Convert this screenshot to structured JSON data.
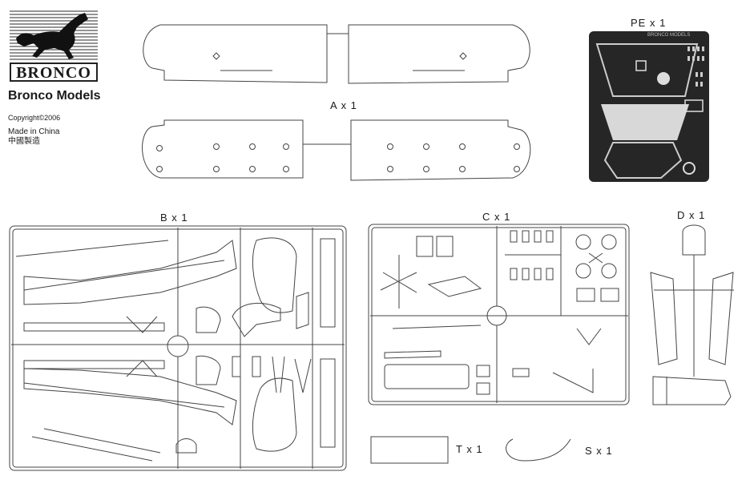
{
  "brand": {
    "logo_text": "BRONCO",
    "name": "Bronco Models",
    "copyright": "Copyright©2006",
    "made_in": "Made in China",
    "made_in_cn": "中國製造"
  },
  "sprues": {
    "A": "A x 1",
    "PE": "PE x 1",
    "B": "B x 1",
    "C": "C x 1",
    "D": "D x 1",
    "T": "T x 1",
    "S": "S x 1"
  },
  "pe_fret_text": "BRONCO MODELS"
}
